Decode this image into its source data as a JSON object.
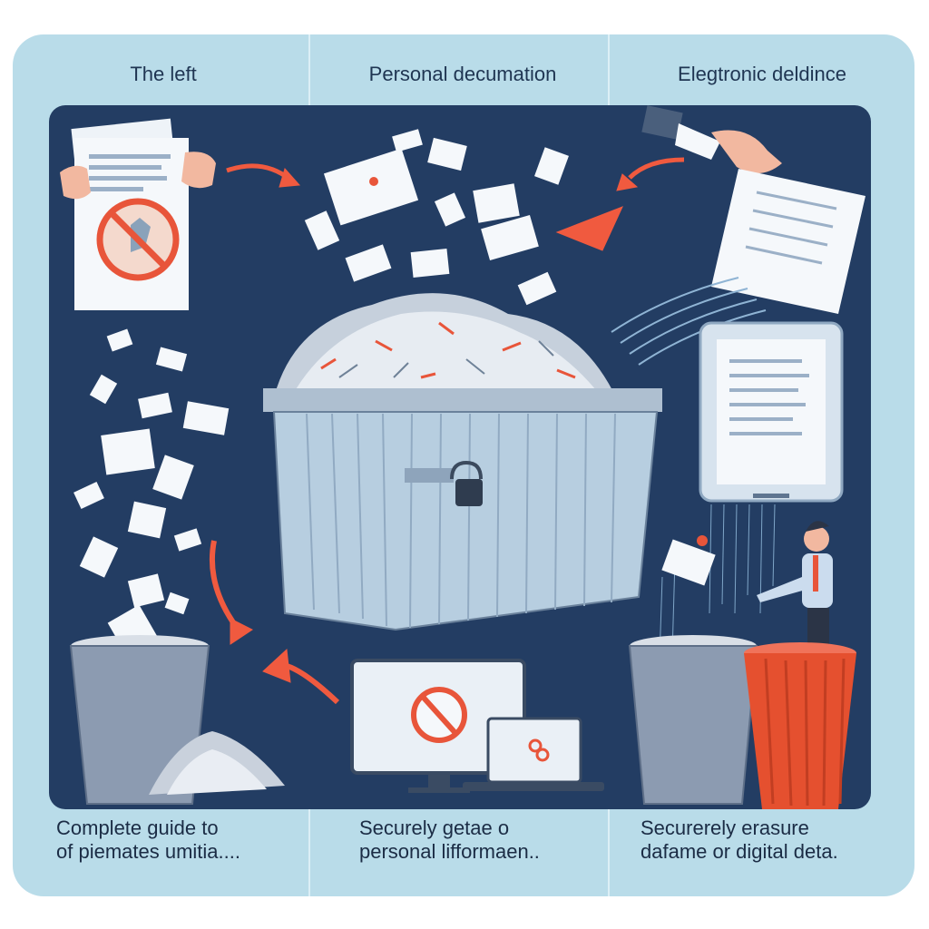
{
  "panels": [
    {
      "title": "The left",
      "caption_line1": "Complete guide to",
      "caption_line2": "of piemates umitia...."
    },
    {
      "title": "Personal decumation",
      "caption_line1": "Securely getae  o",
      "caption_line2": "personal lifformaen.."
    },
    {
      "title": "Elegtronic deldince",
      "caption_line1": "Securerely erasure",
      "caption_line2": "dafame or digital deta."
    }
  ],
  "colors": {
    "frame": "#b9dce9",
    "stage": "#233d63",
    "accent_arrow": "#f05a3f",
    "paper": "#f5f8fb",
    "bin_red": "#e5502f"
  }
}
